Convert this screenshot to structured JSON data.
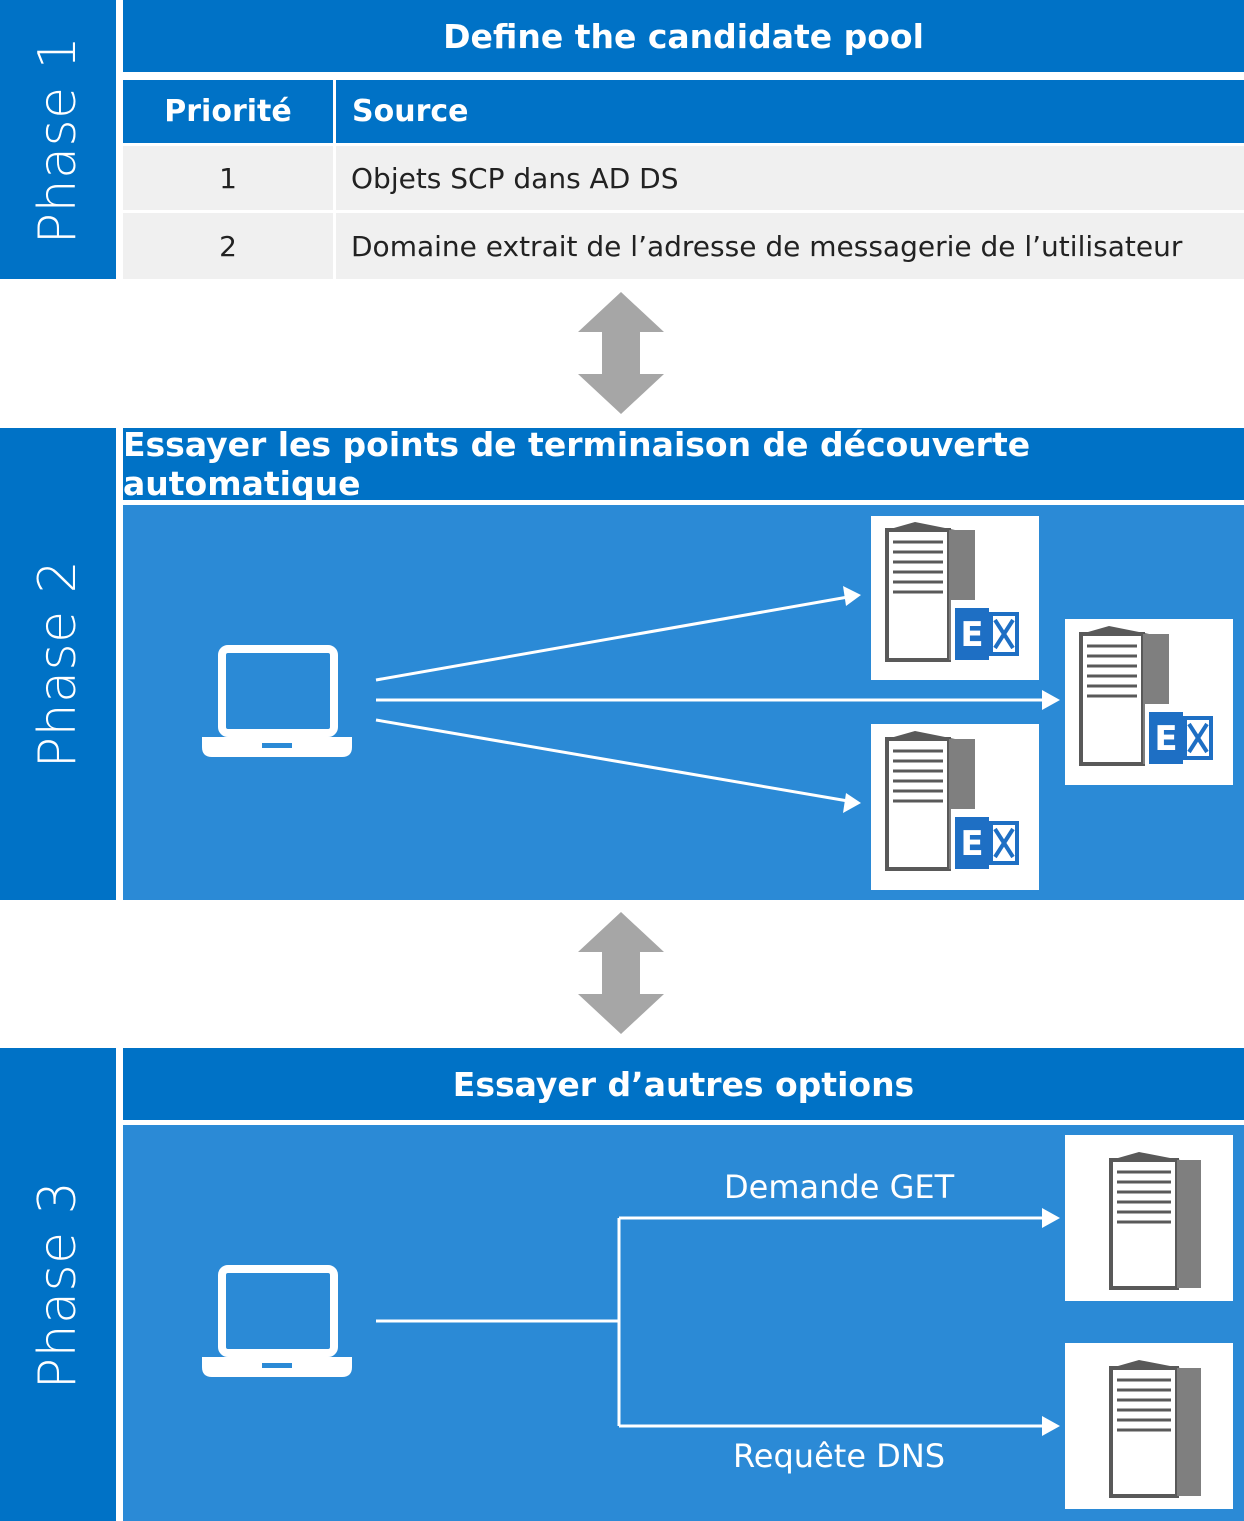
{
  "colors": {
    "primary": "#0072c6",
    "panel": "#2b8ad6",
    "row_bg": "#f0f0f0",
    "connector_arrow": "#a6a6a6"
  },
  "phase1": {
    "label": "Phase 1",
    "title": "Define the candidate pool",
    "table": {
      "headers": [
        "Priorité",
        "Source"
      ],
      "rows": [
        {
          "priority": "1",
          "source": "Objets SCP dans AD DS"
        },
        {
          "priority": "2",
          "source": "Domaine extrait de l’adresse de messagerie de l’utilisateur"
        }
      ]
    }
  },
  "phase2": {
    "label": "Phase 2",
    "title": "Essayer les points de terminaison de découverte automatique",
    "exchange_badge": "E"
  },
  "phase3": {
    "label": "Phase 3",
    "title": "Essayer d’autres options",
    "get_label": "Demande GET",
    "dns_label": "Requête DNS"
  },
  "icons": {
    "client": "laptop-icon",
    "server": "server-icon",
    "exchange_server": "exchange-server-icon",
    "connector": "double-arrow-icon"
  }
}
